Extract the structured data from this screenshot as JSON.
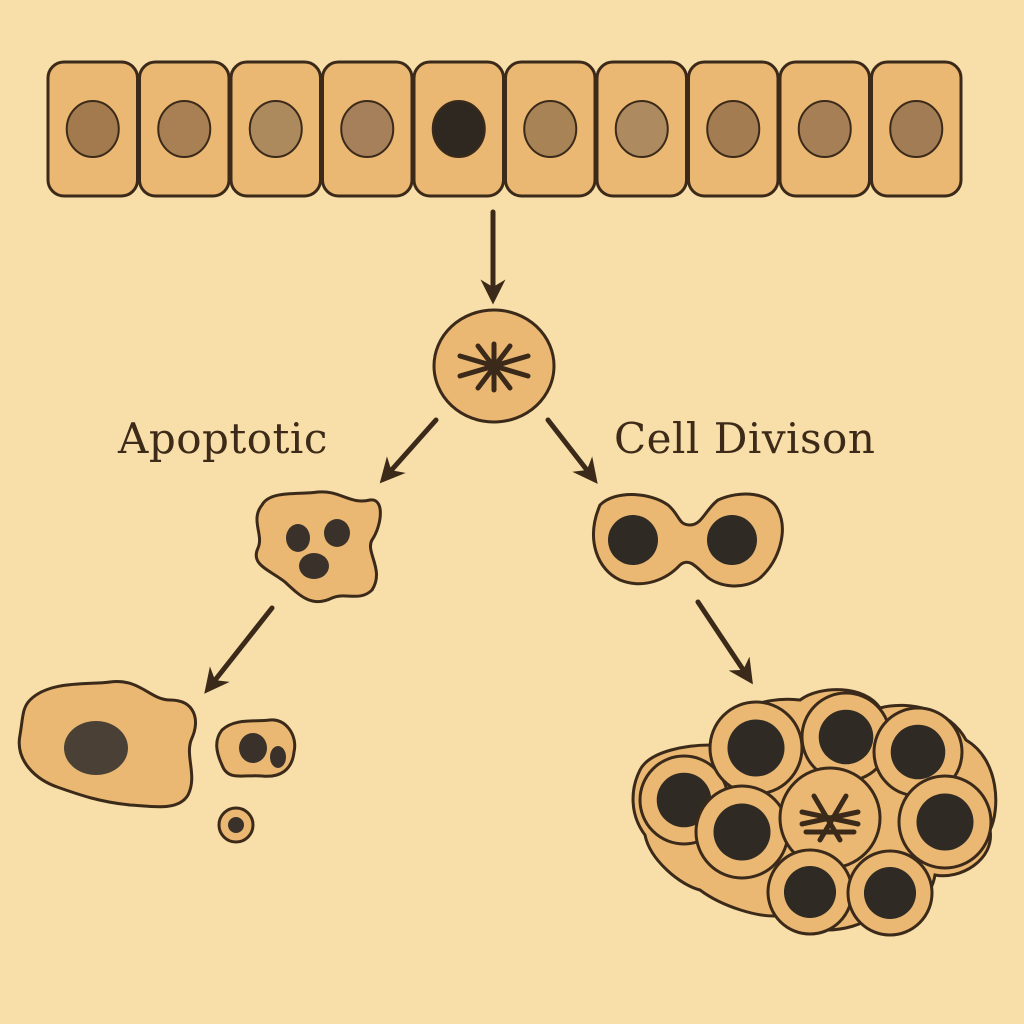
{
  "title": "Cell fate diagram: apoptosis vs. cell division",
  "labels": {
    "left_branch": "Apoptotic",
    "right_branch": "Cell Divison"
  },
  "epithelium": {
    "cell_count": 10,
    "highlighted_cell_index": 4,
    "nucleus_colors": [
      "#a27a4e",
      "#a88053",
      "#ad8a5e",
      "#a6805a",
      "#2e2820",
      "#a88356",
      "#ad8a60",
      "#a37c52",
      "#a67f56",
      "#a27c54"
    ]
  },
  "stages": {
    "mitotic_cell": "dividing-cell",
    "apoptotic": [
      "blebbing-cell",
      "fragmented-cell",
      "apoptotic-body-large",
      "apoptotic-body-small"
    ],
    "proliferation": [
      "two-daughter-cells",
      "cell-cluster"
    ]
  },
  "colors": {
    "background": "#f8dea8",
    "cytoplasm": "#eab872",
    "outline": "#3b2a1a",
    "dark_nucleus": "#2f2a24"
  }
}
